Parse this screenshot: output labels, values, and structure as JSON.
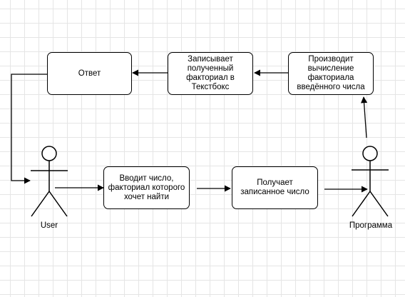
{
  "diagram": {
    "actors": {
      "user": "User",
      "program": "Программа"
    },
    "nodes": {
      "answer": "Ответ",
      "write_result": "Записывает\nполученный\nфакториал в\nТекстбокс",
      "compute": "Производит\nвычисление\nфакториала\nвведённого числа",
      "enter_number": "Вводит число,\nфакториал которого\nхочет найти",
      "receive_number": "Получает\nзаписанное число"
    }
  }
}
